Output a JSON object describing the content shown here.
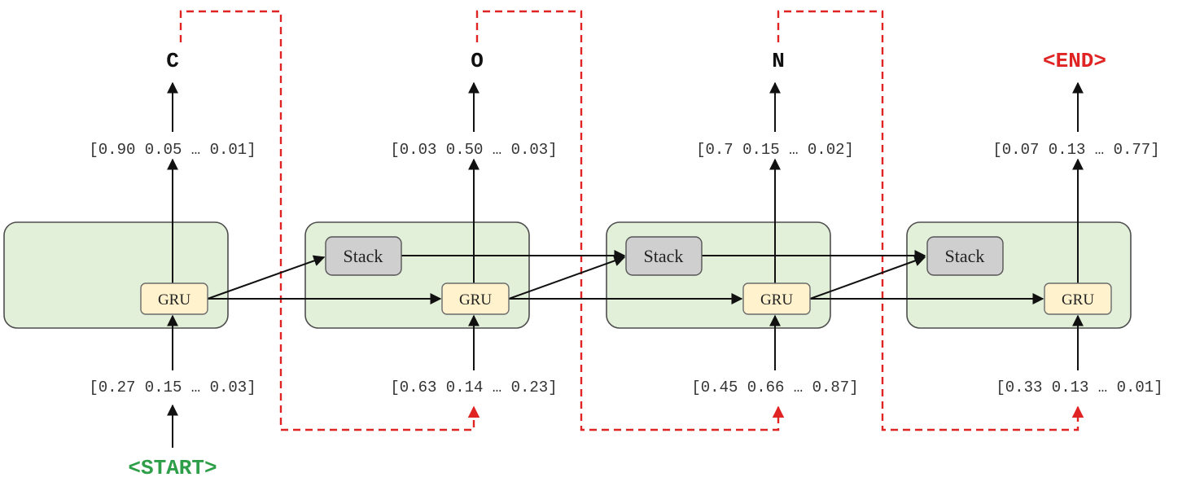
{
  "diagram": {
    "steps": [
      {
        "output_token": "C",
        "output_vector": "[0.90 0.05 … 0.01]",
        "input_vector": "[0.27 0.15 … 0.03]",
        "gru_label": "GRU",
        "stack_label": ""
      },
      {
        "output_token": "O",
        "output_vector": "[0.03 0.50 … 0.03]",
        "input_vector": "[0.63 0.14 … 0.23]",
        "gru_label": "GRU",
        "stack_label": "Stack"
      },
      {
        "output_token": "N",
        "output_vector": "[0.7 0.15 … 0.02]",
        "input_vector": "[0.45 0.66 … 0.87]",
        "gru_label": "GRU",
        "stack_label": "Stack"
      },
      {
        "output_token": "<END>",
        "output_vector": "[0.07 0.13 … 0.77]",
        "input_vector": "[0.33 0.13 … 0.01]",
        "gru_label": "GRU",
        "stack_label": "Stack"
      }
    ],
    "start_token": "<START>",
    "colors": {
      "cell_fill": "#e2efd9",
      "gru_fill": "#fff2cc",
      "stack_fill": "#cfcfcf",
      "feedback_line": "#e02424",
      "start_token": "#2e9e48",
      "end_token": "#e02424"
    }
  }
}
